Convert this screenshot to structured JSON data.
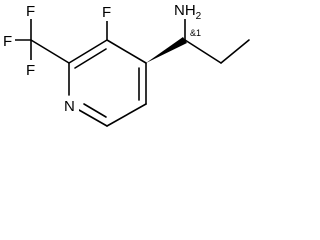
{
  "structure": {
    "atoms": {
      "amine": "NH",
      "amine_subscript": "2",
      "ring_fluorine": "F",
      "cf3_fluorine_top": "F",
      "cf3_fluorine_left": "F",
      "cf3_fluorine_bottom": "F",
      "ring_nitrogen": "N"
    },
    "stereo_label": "&1"
  }
}
